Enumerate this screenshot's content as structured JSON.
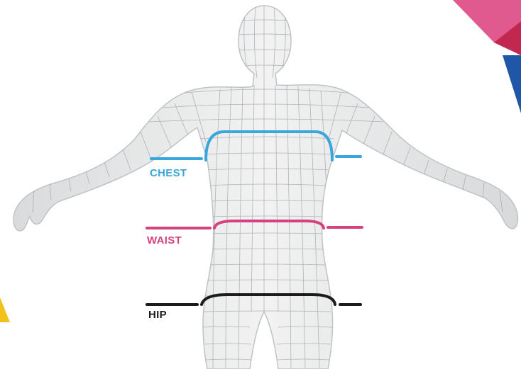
{
  "measurements": [
    {
      "id": "chest",
      "label": "CHEST",
      "color": "#3aa7dc"
    },
    {
      "id": "waist",
      "label": "WAIST",
      "color": "#d6417f"
    },
    {
      "id": "hip",
      "label": "HIP",
      "color": "#1b1b1b"
    }
  ],
  "colors": {
    "body_fill": "#ededed",
    "body_outline": "#bfc3c6",
    "wireframe": "#9aa0a4",
    "corner_pink": "#e05a8f",
    "corner_red": "#c2284f",
    "corner_blue": "#1f56a8",
    "corner_yellow": "#f2c21b"
  }
}
